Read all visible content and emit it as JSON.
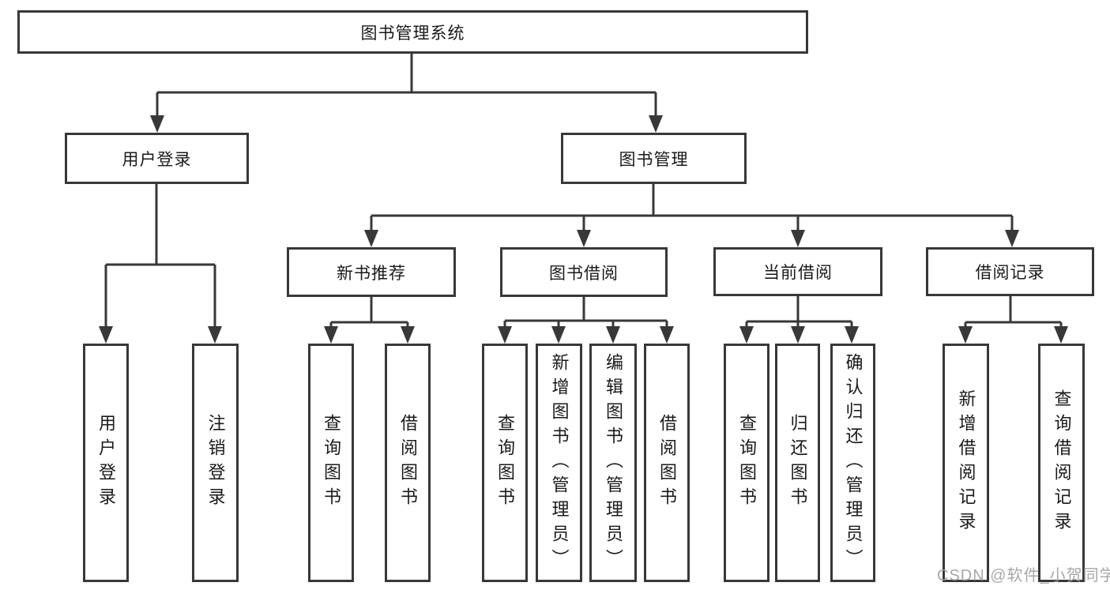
{
  "diagram": {
    "root": "图书管理系统",
    "branches": {
      "login": "用户登录",
      "management": "图书管理"
    },
    "modules": {
      "new_book": "新书推荐",
      "book_borrow": "图书借阅",
      "current_borrow": "当前借阅",
      "borrow_record": "借阅记录"
    },
    "leaves": {
      "login": [
        "用户登录",
        "注销登录"
      ],
      "new_book": [
        "查询图书",
        "借阅图书"
      ],
      "book_borrow": [
        "查询图书",
        "新增图书（管理员）",
        "编辑图书（管理员）",
        "借阅图书"
      ],
      "current_borrow": [
        "查询图书",
        "归还图书",
        "确认归还（管理员）"
      ],
      "borrow_record": [
        "新增借阅记录",
        "查询借阅记录"
      ]
    }
  },
  "watermark": "CSDN @软件_小贺同学",
  "colors": {
    "line": "#383838",
    "text": "#1a1a1a",
    "watermark": "#9e9e9e",
    "background": "#ffffff"
  }
}
